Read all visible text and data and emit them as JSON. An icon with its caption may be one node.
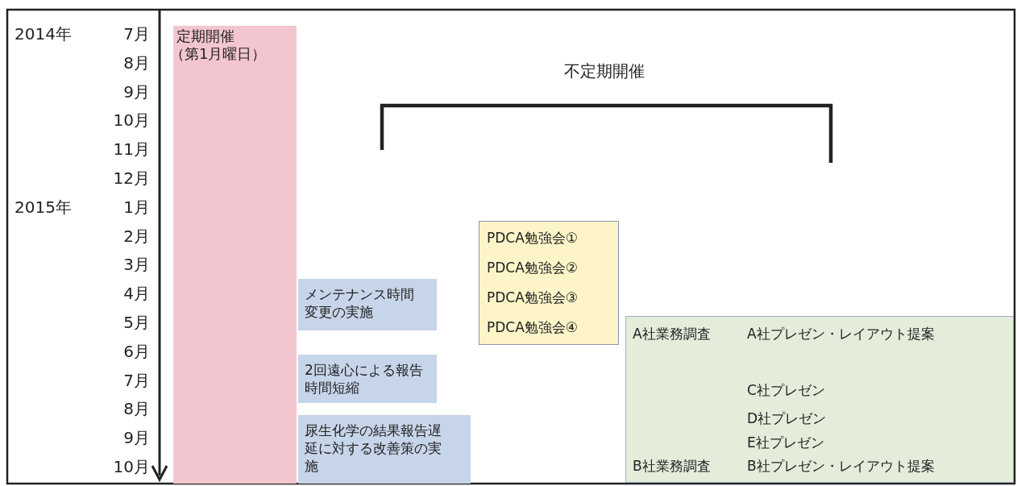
{
  "diagram": {
    "nodes": [
      {
        "text": [
          "定期開催",
          "（第1月曜日）"
        ]
      },
      {
        "text": [
          "メンテナンス時間変更の実施"
        ]
      },
      {
        "text": [
          "2回遠心による報告時間短縮"
        ]
      },
      {
        "text": [
          "尿生化学の結果報告遅延に対する改善策の実施"
        ]
      },
      {
        "text": [
          "PDCA勉強会①",
          "PDCA勉強会②",
          "PDCA勉強会③",
          "PDCA勉強会④"
        ]
      },
      {
        "text": [
          "A社業務調査",
          "A社プレゼン・レイアウト提案",
          "C社プレゼン",
          "D社プレゼン",
          "E社プレゼン",
          "B社業務調査",
          "B社プレゼン・レイアウト提案"
        ]
      }
    ],
    "edges": [],
    "labels": [
      "2014年",
      "7月",
      "8月",
      "9月",
      "10月",
      "11月",
      "12月",
      "2015年",
      "1月",
      "2月",
      "3月",
      "4月",
      "5月",
      "6月",
      "7月",
      "8月",
      "9月",
      "10月",
      "不定期開催"
    ]
  }
}
